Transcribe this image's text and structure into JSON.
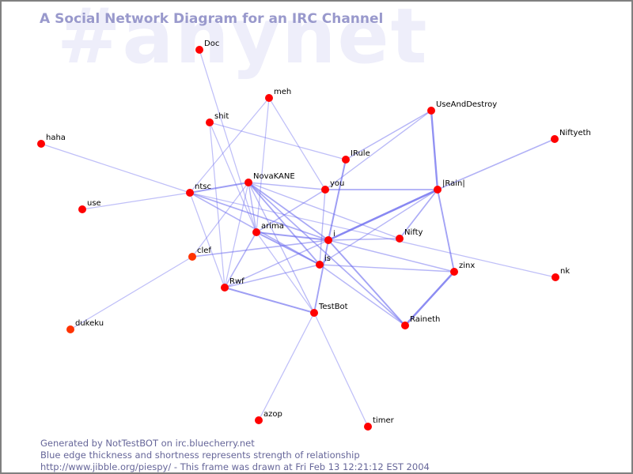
{
  "watermark": "#anynet",
  "title": "A Social Network Diagram for an IRC Channel",
  "footer": {
    "line1": "Generated by NotTestBOT on irc.bluecherry.net",
    "line2": "Blue edge thickness and shortness represents strength of relationship",
    "line3": "http://www.jibble.org/piespy/ - This frame was drawn at Fri Feb 13 12:21:12 EST 2004"
  },
  "colors": {
    "node": "#ff0000",
    "node_fading": "#ff3300",
    "edge": "#6666ee",
    "title": "#9999cc",
    "watermark": "#eeeefa",
    "footer": "#666699",
    "border": "#808080"
  },
  "nodes": [
    {
      "id": "Doc",
      "status": "active"
    },
    {
      "id": "meh",
      "status": "active"
    },
    {
      "id": "shit",
      "status": "active"
    },
    {
      "id": "haha",
      "status": "active"
    },
    {
      "id": "UseAndDestroy",
      "status": "active"
    },
    {
      "id": "Niftyeth",
      "status": "active"
    },
    {
      "id": "IRule",
      "status": "active"
    },
    {
      "id": "ntsc",
      "status": "active"
    },
    {
      "id": "NovaKANE",
      "status": "active"
    },
    {
      "id": "you",
      "status": "active"
    },
    {
      "id": "|Rain|",
      "status": "active"
    },
    {
      "id": "use",
      "status": "active"
    },
    {
      "id": "arima",
      "status": "active"
    },
    {
      "id": "i",
      "status": "active"
    },
    {
      "id": "Nifty",
      "status": "active"
    },
    {
      "id": "clef",
      "status": "fading"
    },
    {
      "id": "is",
      "status": "active"
    },
    {
      "id": "zinx",
      "status": "active"
    },
    {
      "id": "nk",
      "status": "active"
    },
    {
      "id": "Rwf",
      "status": "active"
    },
    {
      "id": "TestBot",
      "status": "active"
    },
    {
      "id": "Raineth",
      "status": "active"
    },
    {
      "id": "dukeku",
      "status": "fading"
    },
    {
      "id": "azop",
      "status": "active"
    },
    {
      "id": "timer",
      "status": "active"
    }
  ],
  "edges": [
    {
      "from": "Doc",
      "to": "arima",
      "strength": 0.2
    },
    {
      "from": "meh",
      "to": "ntsc",
      "strength": 0.2
    },
    {
      "from": "meh",
      "to": "arima",
      "strength": 0.2
    },
    {
      "from": "meh",
      "to": "you",
      "strength": 0.2
    },
    {
      "from": "shit",
      "to": "IRule",
      "strength": 0.2
    },
    {
      "from": "shit",
      "to": "Rwf",
      "strength": 0.2
    },
    {
      "from": "shit",
      "to": "arima",
      "strength": 0.2
    },
    {
      "from": "haha",
      "to": "ntsc",
      "strength": 0.2
    },
    {
      "from": "use",
      "to": "ntsc",
      "strength": 0.2
    },
    {
      "from": "UseAndDestroy",
      "to": "IRule",
      "strength": 0.3
    },
    {
      "from": "UseAndDestroy",
      "to": "you",
      "strength": 0.25
    },
    {
      "from": "UseAndDestroy",
      "to": "|Rain|",
      "strength": 0.7
    },
    {
      "from": "Niftyeth",
      "to": "|Rain|",
      "strength": 0.35
    },
    {
      "from": "IRule",
      "to": "i",
      "strength": 0.55
    },
    {
      "from": "ntsc",
      "to": "NovaKANE",
      "strength": 0.55
    },
    {
      "from": "ntsc",
      "to": "i",
      "strength": 0.4
    },
    {
      "from": "ntsc",
      "to": "is",
      "strength": 0.35
    },
    {
      "from": "ntsc",
      "to": "Rwf",
      "strength": 0.2
    },
    {
      "from": "ntsc",
      "to": "nk",
      "strength": 0.2
    },
    {
      "from": "NovaKANE",
      "to": "you",
      "strength": 0.3
    },
    {
      "from": "NovaKANE",
      "to": "arima",
      "strength": 0.3
    },
    {
      "from": "NovaKANE",
      "to": "i",
      "strength": 0.45
    },
    {
      "from": "NovaKANE",
      "to": "is",
      "strength": 0.45
    },
    {
      "from": "NovaKANE",
      "to": "Nifty",
      "strength": 0.25
    },
    {
      "from": "NovaKANE",
      "to": "Raineth",
      "strength": 0.4
    },
    {
      "from": "NovaKANE",
      "to": "clef",
      "strength": 0.2
    },
    {
      "from": "NovaKANE",
      "to": "TestBot",
      "strength": 0.25
    },
    {
      "from": "NovaKANE",
      "to": "Rwf",
      "strength": 0.2
    },
    {
      "from": "you",
      "to": "|Rain|",
      "strength": 0.4
    },
    {
      "from": "you",
      "to": "arima",
      "strength": 0.3
    },
    {
      "from": "you",
      "to": "is",
      "strength": 0.25
    },
    {
      "from": "|Rain|",
      "to": "i",
      "strength": 0.8
    },
    {
      "from": "|Rain|",
      "to": "Nifty",
      "strength": 0.4
    },
    {
      "from": "|Rain|",
      "to": "is",
      "strength": 0.3
    },
    {
      "from": "|Rain|",
      "to": "zinx",
      "strength": 0.5
    },
    {
      "from": "arima",
      "to": "i",
      "strength": 0.55
    },
    {
      "from": "arima",
      "to": "is",
      "strength": 0.5
    },
    {
      "from": "arima",
      "to": "Rwf",
      "strength": 0.35
    },
    {
      "from": "arima",
      "to": "TestBot",
      "strength": 0.2
    },
    {
      "from": "i",
      "to": "Nifty",
      "strength": 0.35
    },
    {
      "from": "i",
      "to": "zinx",
      "strength": 0.3
    },
    {
      "from": "i",
      "to": "clef",
      "strength": 0.35
    },
    {
      "from": "i",
      "to": "Rwf",
      "strength": 0.3
    },
    {
      "from": "i",
      "to": "TestBot",
      "strength": 0.5
    },
    {
      "from": "i",
      "to": "Raineth",
      "strength": 0.5
    },
    {
      "from": "is",
      "to": "zinx",
      "strength": 0.3
    },
    {
      "from": "is",
      "to": "Rwf",
      "strength": 0.3
    },
    {
      "from": "is",
      "to": "Raineth",
      "strength": 0.3
    },
    {
      "from": "zinx",
      "to": "Raineth",
      "strength": 0.75
    },
    {
      "from": "Rwf",
      "to": "TestBot",
      "strength": 0.55
    },
    {
      "from": "clef",
      "to": "dukeku",
      "strength": 0.2
    },
    {
      "from": "TestBot",
      "to": "azop",
      "strength": 0.2
    },
    {
      "from": "TestBot",
      "to": "timer",
      "strength": 0.2
    }
  ]
}
